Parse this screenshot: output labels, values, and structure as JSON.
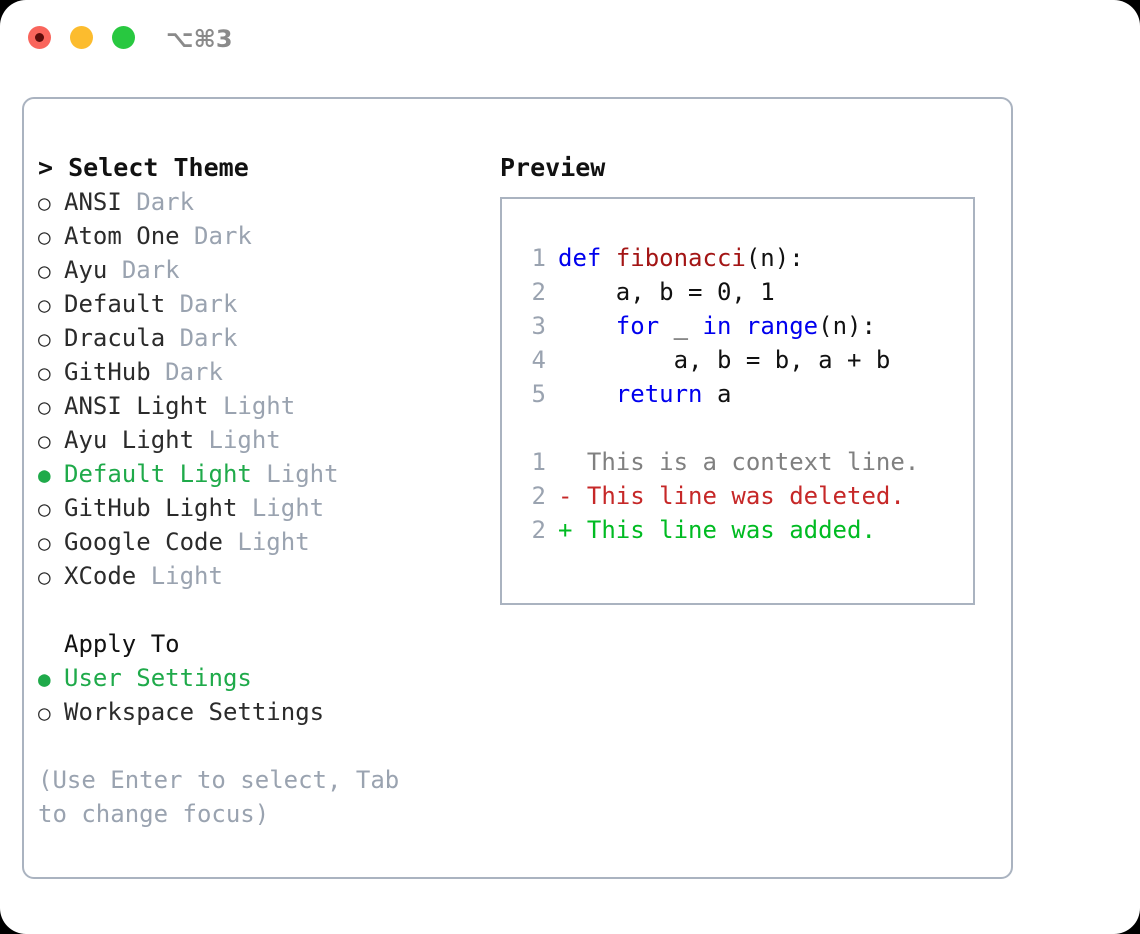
{
  "titlebar": {
    "shortcut": "⌥⌘3",
    "buttons": [
      {
        "name": "close",
        "color": "#f9655c"
      },
      {
        "name": "minimize",
        "color": "#fcbc2e"
      },
      {
        "name": "maximize",
        "color": "#28c840"
      }
    ]
  },
  "theme_picker": {
    "header_prompt": ">",
    "header_label": "Select Theme",
    "marker_unselected": "○",
    "marker_selected": "●",
    "accent_color": "#1faa4a",
    "muted_color": "#9aa3b0",
    "items": [
      {
        "marker": "○",
        "name": "ANSI",
        "category": "Dark",
        "selected": false
      },
      {
        "marker": "○",
        "name": "Atom One",
        "category": "Dark",
        "selected": false
      },
      {
        "marker": "○",
        "name": "Ayu",
        "category": "Dark",
        "selected": false
      },
      {
        "marker": "○",
        "name": "Default",
        "category": "Dark",
        "selected": false
      },
      {
        "marker": "○",
        "name": "Dracula",
        "category": "Dark",
        "selected": false
      },
      {
        "marker": "○",
        "name": "GitHub",
        "category": "Dark",
        "selected": false
      },
      {
        "marker": "○",
        "name": "ANSI Light",
        "category": "Light",
        "selected": false
      },
      {
        "marker": "○",
        "name": "Ayu Light",
        "category": "Light",
        "selected": false
      },
      {
        "marker": "●",
        "name": "Default Light",
        "category": "Light",
        "selected": true
      },
      {
        "marker": "○",
        "name": "GitHub Light",
        "category": "Light",
        "selected": false
      },
      {
        "marker": "○",
        "name": "Google Code",
        "category": "Light",
        "selected": false
      },
      {
        "marker": "○",
        "name": "XCode",
        "category": "Light",
        "selected": false
      }
    ]
  },
  "apply_to": {
    "label": "Apply To",
    "options": [
      {
        "marker": "●",
        "label": "User Settings",
        "selected": true
      },
      {
        "marker": "○",
        "label": "Workspace Settings",
        "selected": false
      }
    ]
  },
  "hint": "(Use Enter to select, Tab to change focus)",
  "preview": {
    "title": "Preview",
    "code_lines": [
      {
        "num": "1",
        "tokens": [
          {
            "t": "def",
            "c": "kw"
          },
          {
            "t": " ",
            "c": "plain"
          },
          {
            "t": "fibonacci",
            "c": "fn"
          },
          {
            "t": "(n):",
            "c": "plain"
          }
        ]
      },
      {
        "num": "2",
        "tokens": [
          {
            "t": "    a, b = 0, 1",
            "c": "plain"
          }
        ]
      },
      {
        "num": "3",
        "tokens": [
          {
            "t": "    ",
            "c": "plain"
          },
          {
            "t": "for",
            "c": "kw"
          },
          {
            "t": " _ ",
            "c": "plain"
          },
          {
            "t": "in",
            "c": "kw"
          },
          {
            "t": " ",
            "c": "plain"
          },
          {
            "t": "range",
            "c": "kw"
          },
          {
            "t": "(n):",
            "c": "plain"
          }
        ]
      },
      {
        "num": "4",
        "tokens": [
          {
            "t": "        a, b = b, a + b",
            "c": "plain"
          }
        ]
      },
      {
        "num": "5",
        "tokens": [
          {
            "t": "    ",
            "c": "plain"
          },
          {
            "t": "return",
            "c": "kw"
          },
          {
            "t": " a",
            "c": "plain"
          }
        ]
      }
    ],
    "diff_lines": [
      {
        "num": "1",
        "sign": " ",
        "text": " This is a context line.",
        "kind": "ctx"
      },
      {
        "num": "2",
        "sign": "-",
        "text": " This line was deleted.",
        "kind": "del"
      },
      {
        "num": "2",
        "sign": "+",
        "text": " This line was added.",
        "kind": "add"
      }
    ]
  }
}
